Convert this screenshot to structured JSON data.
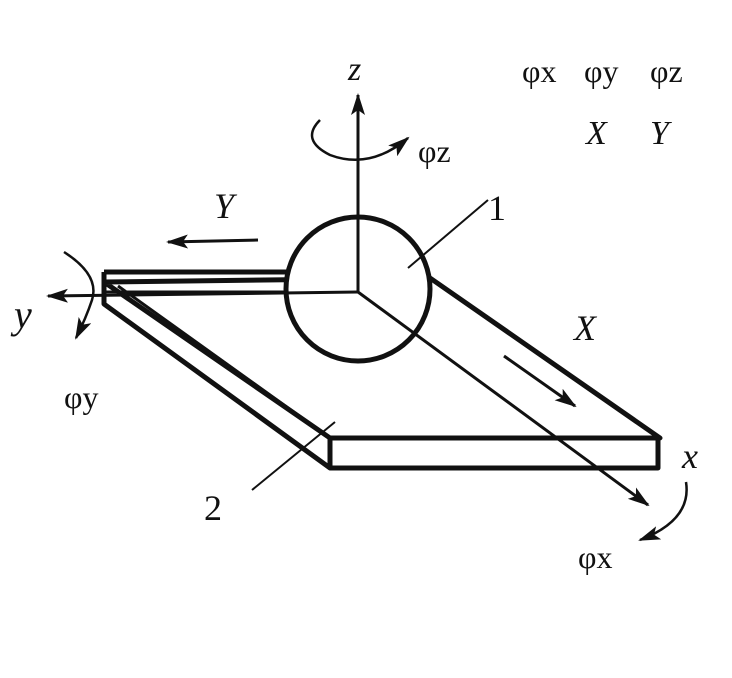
{
  "labels": {
    "z_axis": "z",
    "y_axis": "y",
    "x_axis": "x",
    "phi_z": "φz",
    "phi_y": "φy",
    "phi_x": "φx",
    "Y_motion": "Y",
    "X_motion": "X",
    "part_1": "1",
    "part_2": "2"
  },
  "legend": {
    "row1": [
      "φx",
      "φy",
      "φz"
    ],
    "row2": [
      "X",
      "Y"
    ]
  },
  "colors": {
    "ink": "#111111",
    "background": "#ffffff"
  }
}
